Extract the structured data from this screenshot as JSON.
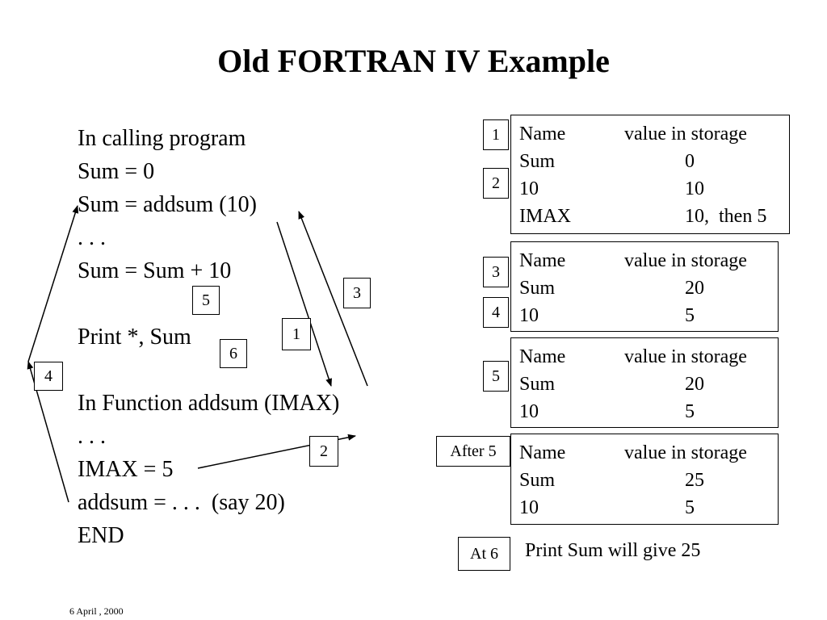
{
  "title": "Old FORTRAN IV Example",
  "code_lines": [
    "In calling program",
    "Sum = 0",
    "Sum = addsum (10)",
    ". . .",
    "Sum = Sum + 10",
    "",
    "Print *, Sum",
    "",
    "In Function addsum (IMAX)",
    ". . .",
    "IMAX = 5",
    "addsum = . . .  (say 20)",
    "END"
  ],
  "step_labels": {
    "left": {
      "s1": "1",
      "s2": "2",
      "s3": "3",
      "s4": "4",
      "s5": "5",
      "s6": "6"
    },
    "right": {
      "r1": "1",
      "r2": "2",
      "r3": "3",
      "r4": "4",
      "r5": "5",
      "after5": "After 5",
      "at6": "At 6"
    }
  },
  "storage_tables": [
    {
      "header": [
        "Name",
        "value in storage"
      ],
      "rows": [
        [
          "Sum",
          "0"
        ],
        [
          "10",
          "10"
        ],
        [
          "IMAX",
          "10,  then 5"
        ]
      ]
    },
    {
      "header": [
        "Name",
        "value in storage"
      ],
      "rows": [
        [
          "Sum",
          "20"
        ],
        [
          "10",
          "5"
        ]
      ]
    },
    {
      "header": [
        "Name",
        "value in storage"
      ],
      "rows": [
        [
          "Sum",
          "20"
        ],
        [
          "10",
          "5"
        ]
      ]
    },
    {
      "header": [
        "Name",
        "value in storage"
      ],
      "rows": [
        [
          "Sum",
          "25"
        ],
        [
          "10",
          "5"
        ]
      ]
    }
  ],
  "result_note": "Print Sum will give 25",
  "footer": "6 April , 2000"
}
